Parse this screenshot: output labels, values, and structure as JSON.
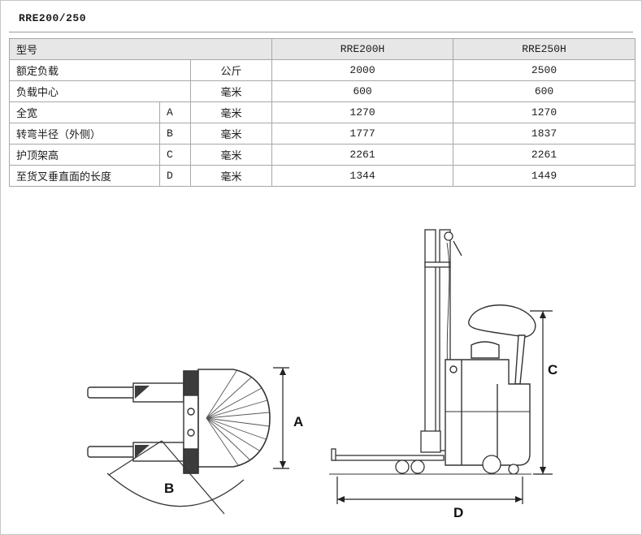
{
  "page": {
    "title": "RRE200/250"
  },
  "table": {
    "header": {
      "model": "型号",
      "col1": "RRE200H",
      "col2": "RRE250H"
    },
    "rows": [
      {
        "name": "额定负载",
        "letter": "",
        "unit": "公斤",
        "v1": "2000",
        "v2": "2500"
      },
      {
        "name": "负载中心",
        "letter": "",
        "unit": "毫米",
        "v1": "600",
        "v2": "600"
      },
      {
        "name": "全宽",
        "letter": "A",
        "unit": "毫米",
        "v1": "1270",
        "v2": "1270"
      },
      {
        "name": "转弯半径（外侧）",
        "letter": "B",
        "unit": "毫米",
        "v1": "1777",
        "v2": "1837"
      },
      {
        "name": "护顶架高",
        "letter": "C",
        "unit": "毫米",
        "v1": "2261",
        "v2": "2261"
      },
      {
        "name": "至货叉垂直面的长度",
        "letter": "D",
        "unit": "毫米",
        "v1": "1344",
        "v2": "1449"
      }
    ]
  },
  "diagram": {
    "labels": {
      "a": "A",
      "b": "B",
      "c": "C",
      "d": "D"
    }
  },
  "colors": {
    "header_bg": "#e7e7e7",
    "table_border": "#a8a8a8",
    "line": "#333333",
    "dark_fill": "#3c3c3c"
  }
}
